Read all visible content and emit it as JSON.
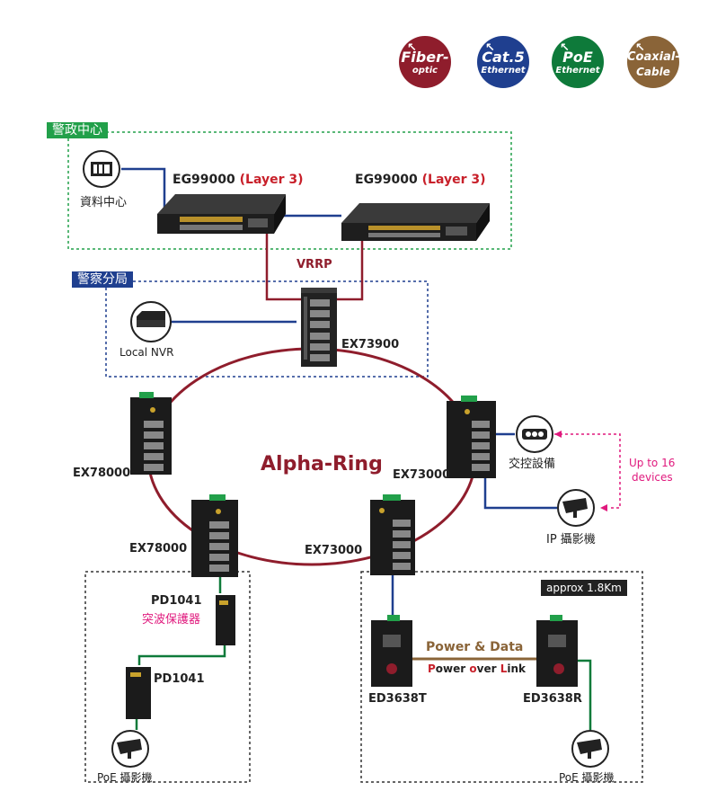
{
  "legend": [
    {
      "line1": "Fiber-",
      "line2": "optic",
      "color": "#8f1d2c",
      "icon": "fiber-optic-icon"
    },
    {
      "line1": "Cat.5",
      "line2": "Ethernet",
      "color": "#1f3f8f",
      "icon": "ethernet-icon"
    },
    {
      "line1": "PoE",
      "line2": "Ethernet",
      "color": "#0e7a3a",
      "icon": "poe-icon"
    },
    {
      "line1": "Coaxial-",
      "line2": "Cable",
      "color": "#8a6438",
      "icon": "coaxial-cable-icon"
    }
  ],
  "zones": {
    "police_center": "警政中心",
    "police_bureau": "警察分局",
    "approx": "approx 1.8Km"
  },
  "devices": {
    "datacenter": "資料中心",
    "eg_a": {
      "model": "EG99000",
      "layer": "(Layer 3)"
    },
    "eg_b": {
      "model": "EG99000",
      "layer": "(Layer 3)"
    },
    "vrrp": "VRRP",
    "local_nvr": "Local NVR",
    "ex73900": "EX73900",
    "ring": "Alpha-Ring",
    "ex78000_a": "EX78000",
    "ex78000_b": "EX78000",
    "ex73000_a": "EX73000",
    "ex73000_b": "EX73000",
    "traffic": "交控設備",
    "ipcam": "IP 攝影機",
    "upto_1": "Up to 16",
    "upto_2": "devices",
    "pd1041_a": "PD1041",
    "surge": "突波保護器",
    "pd1041_b": "PD1041",
    "poecam_a": "PoE 攝影機",
    "ed_t": "ED3638T",
    "ed_r": "ED3638R",
    "power_data": "Power & Data",
    "pol_1": "P",
    "pol_2": "ower ",
    "pol_3": "o",
    "pol_4": "ver ",
    "pol_5": "L",
    "pol_6": "ink",
    "poecam_b": "PoE 攝影機"
  }
}
